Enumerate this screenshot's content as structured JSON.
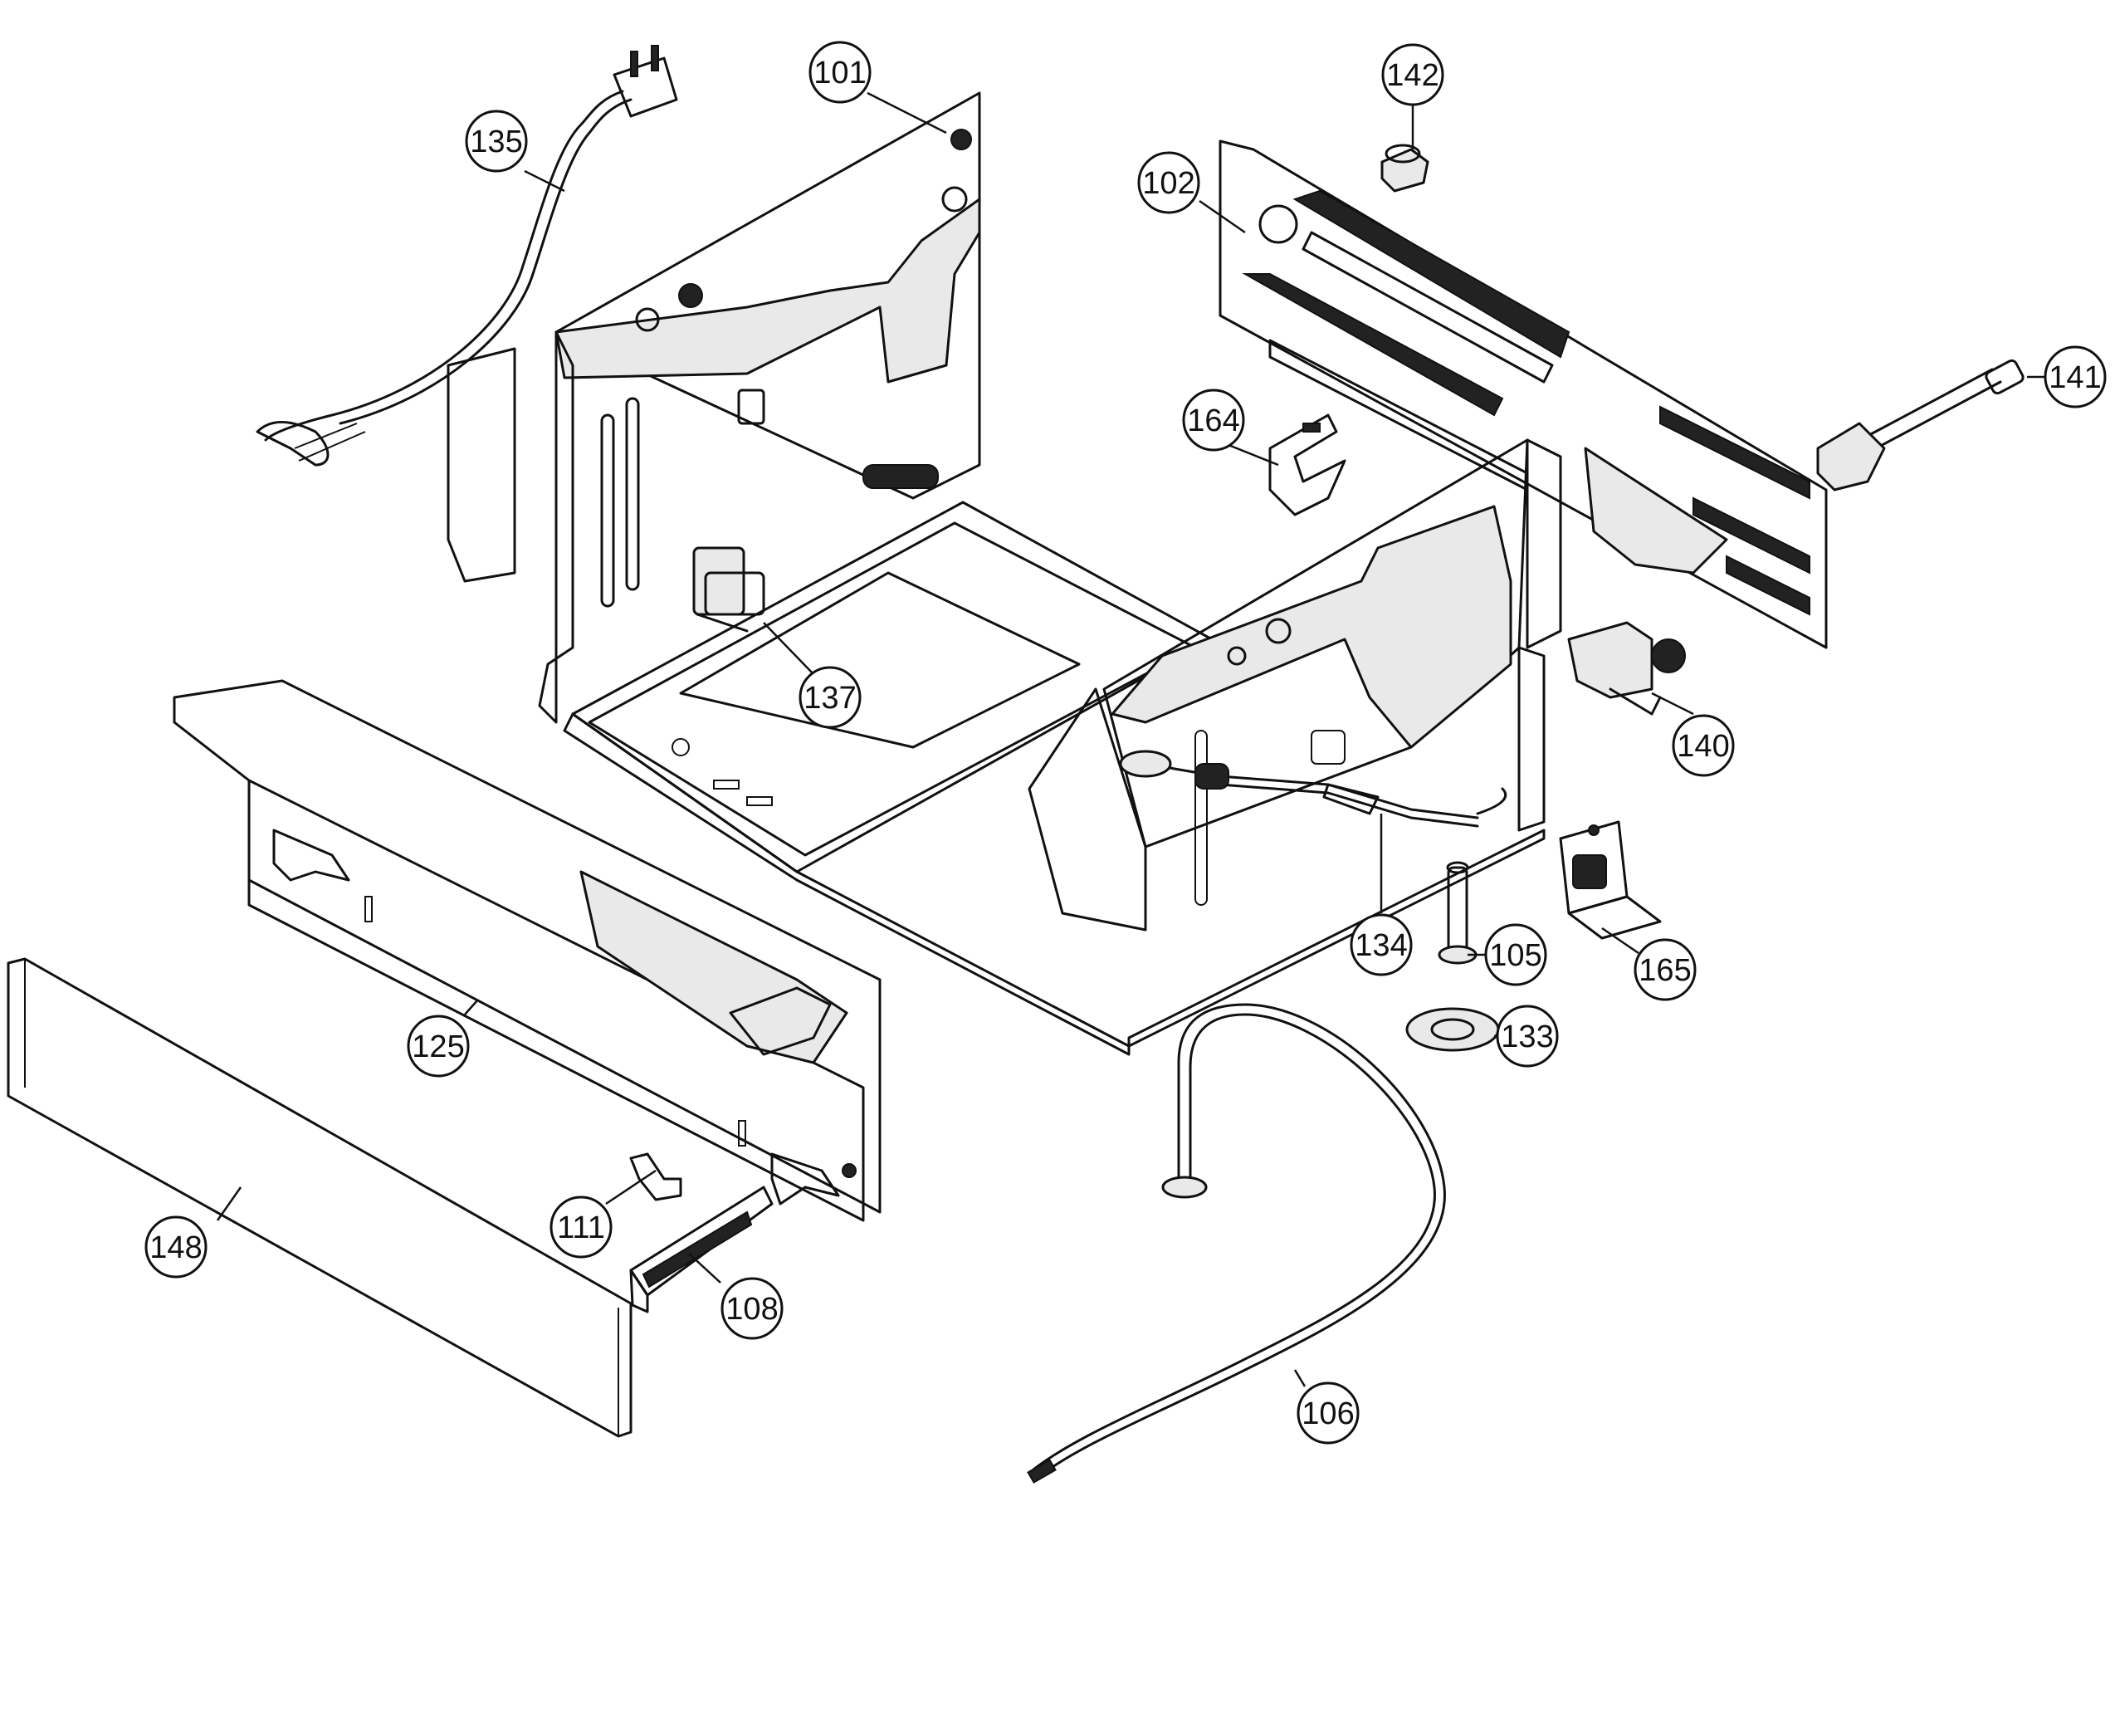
{
  "callouts": [
    {
      "id": "101",
      "text": "101",
      "part": "back-panel"
    },
    {
      "id": "102",
      "text": "102",
      "part": "rear-rail"
    },
    {
      "id": "105",
      "text": "105",
      "part": "leveling-leg"
    },
    {
      "id": "106",
      "text": "106",
      "part": "drain-hose"
    },
    {
      "id": "108",
      "text": "108",
      "part": "slide-bracket"
    },
    {
      "id": "111",
      "text": "111",
      "part": "clip"
    },
    {
      "id": "125",
      "text": "125",
      "part": "front-support"
    },
    {
      "id": "133",
      "text": "133",
      "part": "foot-plate"
    },
    {
      "id": "134",
      "text": "134",
      "part": "hose-assembly"
    },
    {
      "id": "135",
      "text": "135",
      "part": "power-cord"
    },
    {
      "id": "137",
      "text": "137",
      "part": "float-switch"
    },
    {
      "id": "140",
      "text": "140",
      "part": "inlet-valve"
    },
    {
      "id": "141",
      "text": "141",
      "part": "fill-fitting"
    },
    {
      "id": "142",
      "text": "142",
      "part": "grommet"
    },
    {
      "id": "148",
      "text": "148",
      "part": "toe-kick-panel"
    },
    {
      "id": "164",
      "text": "164",
      "part": "bracket"
    },
    {
      "id": "165",
      "text": "165",
      "part": "mounting-bracket"
    }
  ]
}
